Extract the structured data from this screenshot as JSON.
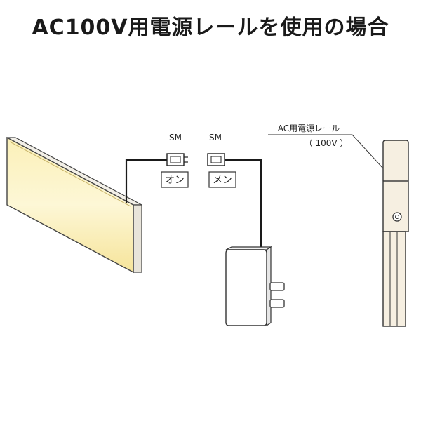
{
  "title": "AC100V用電源レールを使用の場合",
  "connector_male": {
    "type": "SM",
    "label": "オン"
  },
  "connector_female": {
    "type": "SM",
    "label": "メン"
  },
  "rail_label": {
    "name": "AC用電源レール",
    "voltage": "（ 100V ）"
  }
}
